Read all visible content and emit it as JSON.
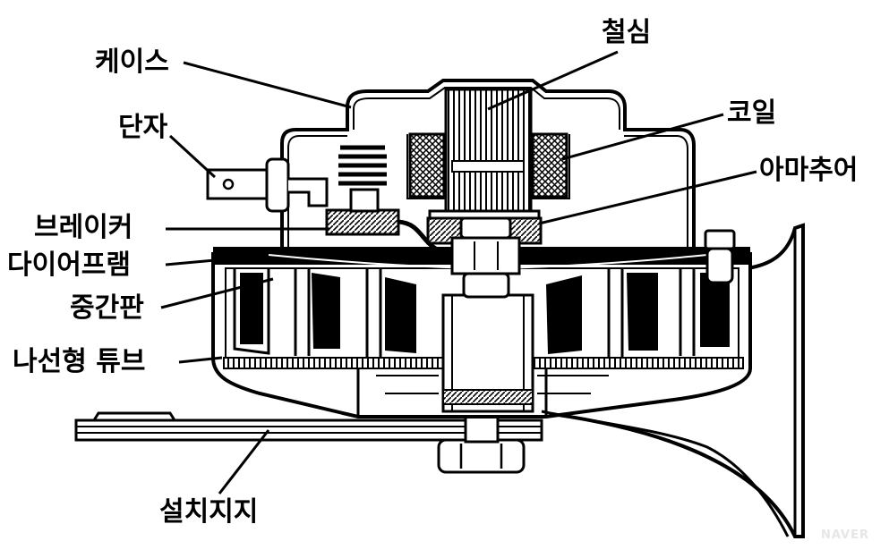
{
  "labels": {
    "case": "케이스",
    "core": "철심",
    "terminal": "단자",
    "coil": "코일",
    "armature": "아마추어",
    "breaker": "브레이커",
    "diaphragm": "다이어프램",
    "middle_plate": "중간판",
    "spiral_tube": "나선형 튜브",
    "mount": "설치지지"
  },
  "watermark": "NAVER"
}
